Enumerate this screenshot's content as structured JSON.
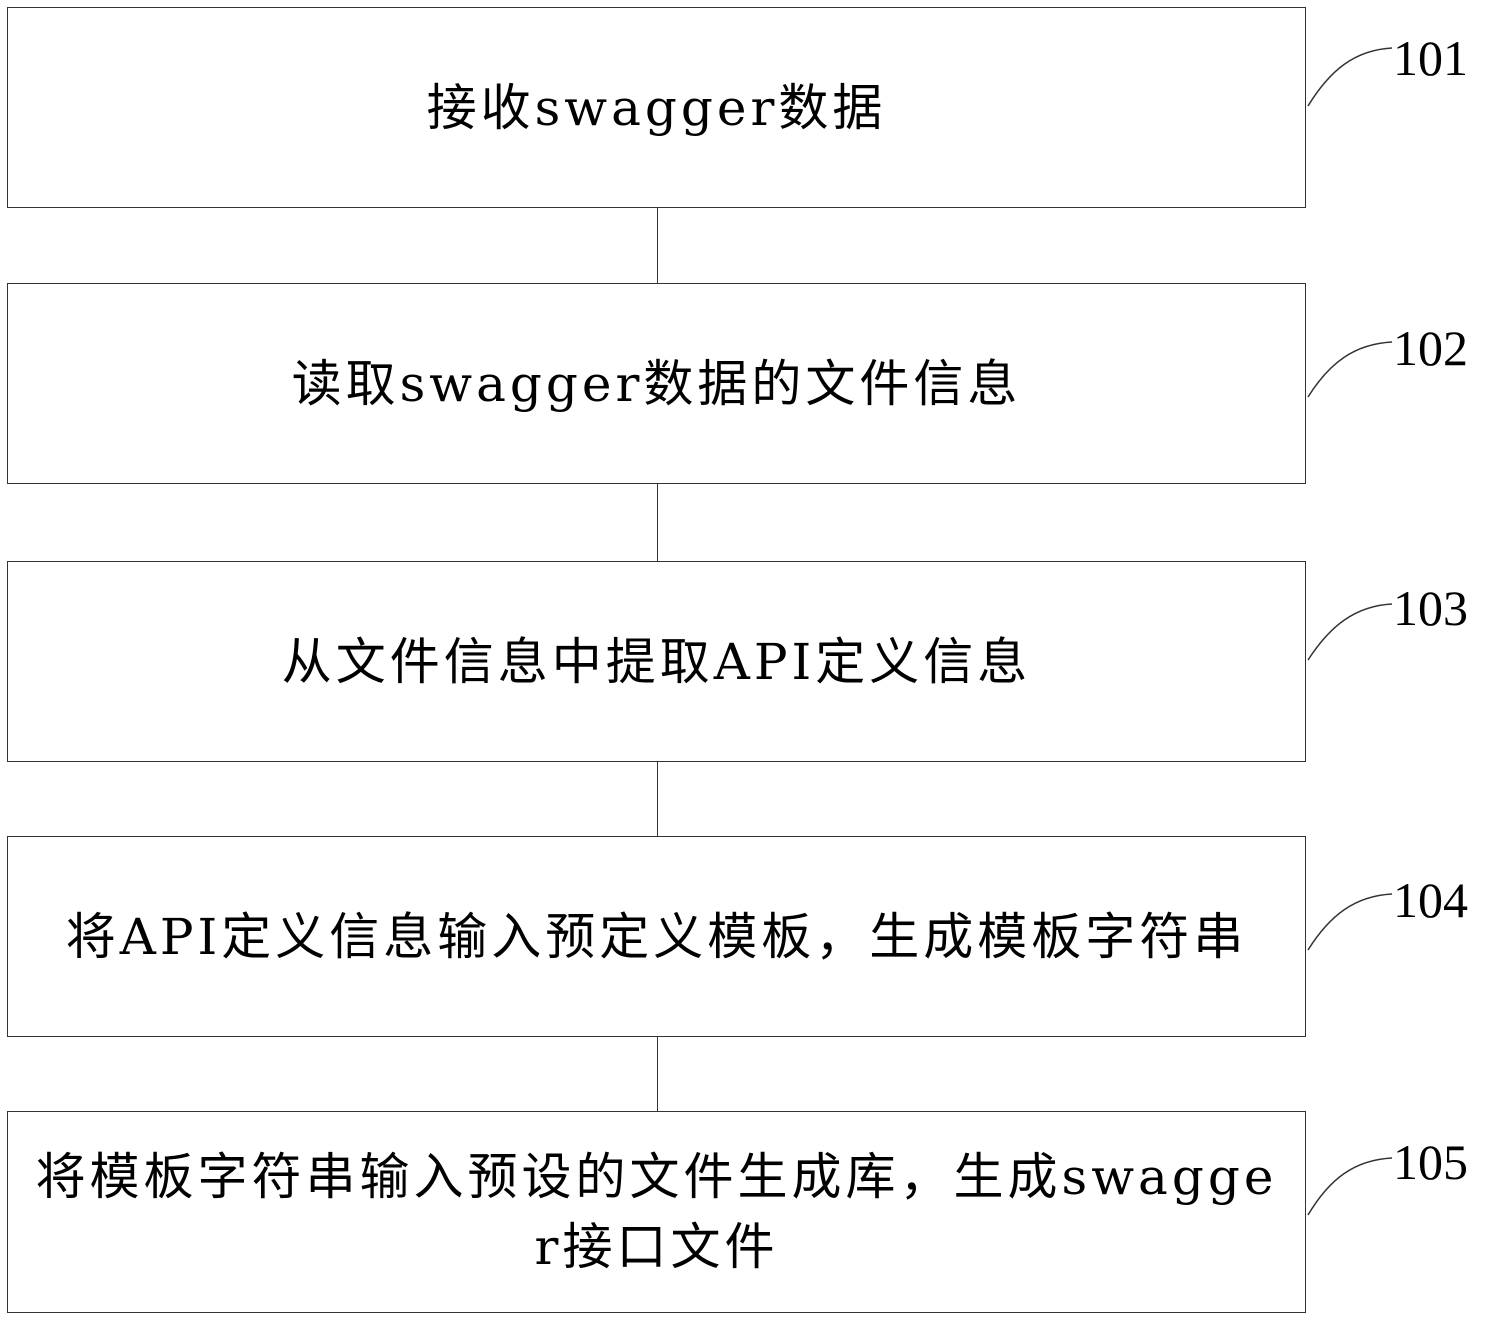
{
  "flowchart": {
    "steps": [
      {
        "id": "101",
        "text": "接收swagger数据"
      },
      {
        "id": "102",
        "text": "读取swagger数据的文件信息"
      },
      {
        "id": "103",
        "text": "从文件信息中提取API定义信息"
      },
      {
        "id": "104",
        "text": "将API定义信息输入预定义模板，生成模板字符串"
      },
      {
        "id": "105",
        "text": "将模板字符串输入预设的文件生成库，生成swagger接口文件"
      }
    ]
  },
  "colors": {
    "line": "#333333",
    "background": "#ffffff",
    "text": "#000000"
  }
}
